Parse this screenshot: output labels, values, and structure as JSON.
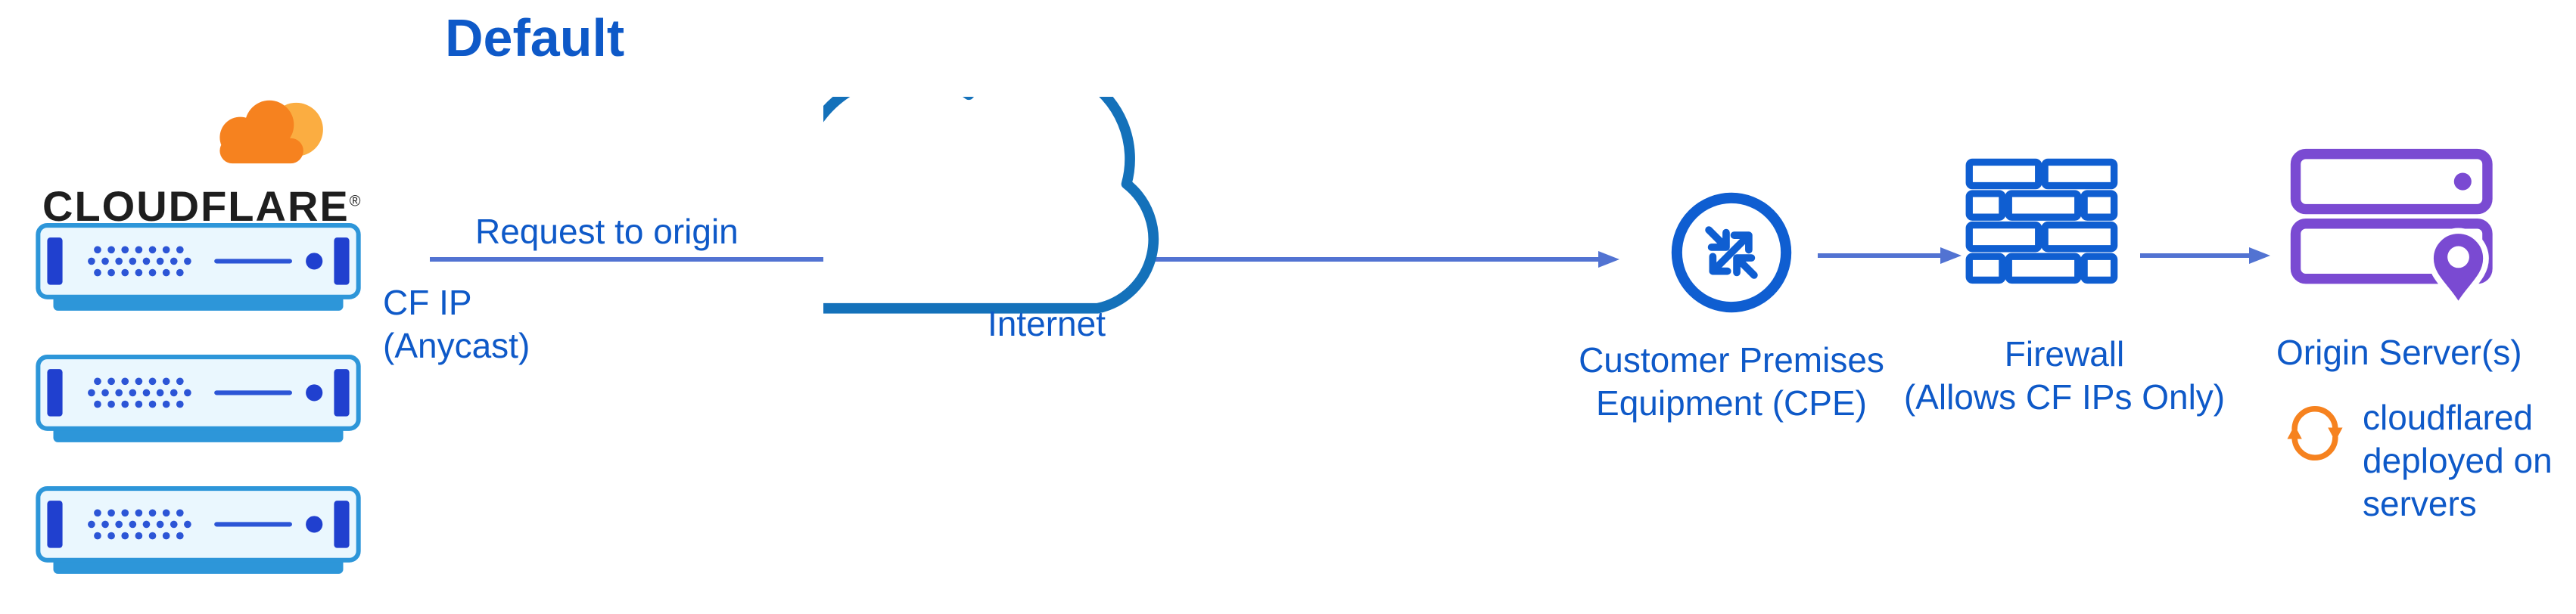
{
  "title": "Default",
  "logo": {
    "wordmark": "CLOUDFLARE",
    "registered": "®"
  },
  "labels": {
    "request_to_origin": "Request to origin",
    "cf_ip": "CF IP\n(Anycast)",
    "internet": "Internet",
    "cpe": "Customer Premises\nEquipment (CPE)",
    "firewall": "Firewall\n(Allows CF IPs Only)",
    "origin": "Origin Server(s)",
    "cloudflared": "cloudflared\ndeployed on\nservers"
  },
  "icons": {
    "cloudflare_logo": "orange-cloud-logo",
    "edge_servers": "server-rack-x3",
    "internet": "cloud-outline",
    "cpe": "circle-crossing-arrows-router",
    "firewall": "brick-wall",
    "origin_servers": "stacked-servers-with-location-pin",
    "cloudflared": "orange-sync-arrows"
  },
  "colors": {
    "label_blue": "#0e59c8",
    "icon_blue": "#0f5ed1",
    "cloud_blue": "#1471ba",
    "arrow_blue": "#5273d2",
    "server_border": "#2d96d9",
    "server_light": "#eaf7fe",
    "server_dark": "#2040cf",
    "server_dots": "#2c55d6",
    "orange": "#f6821f",
    "orange_light": "#fbad41",
    "purple": "#7a4ad2",
    "wordmark_black": "#1e1e1e",
    "background": "#ffffff"
  }
}
